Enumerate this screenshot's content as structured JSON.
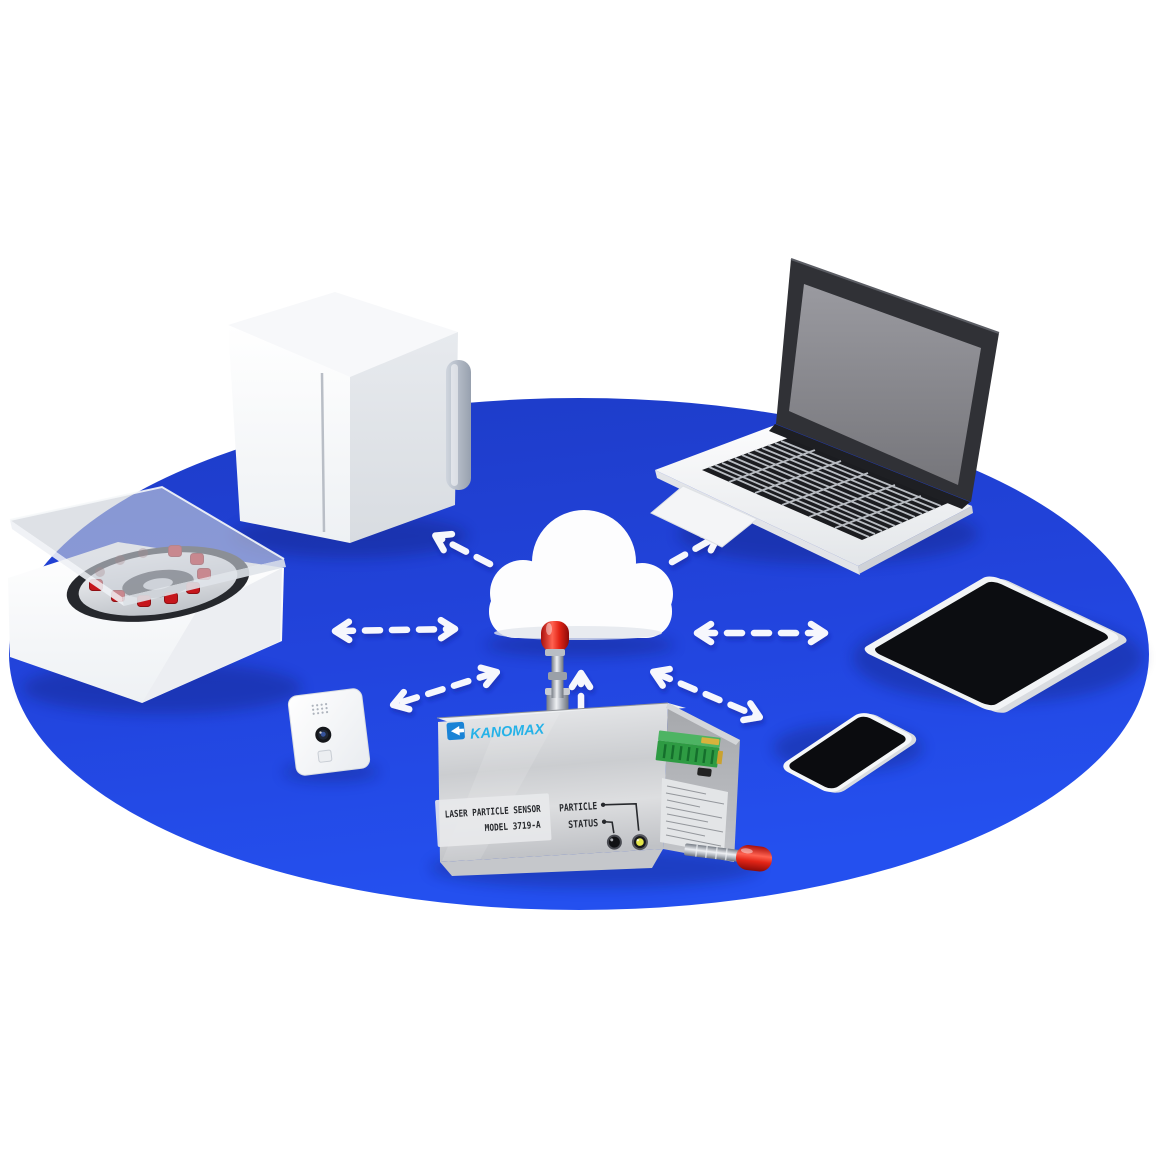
{
  "scene": {
    "background_color": "#ffffff",
    "platform_color_top": "#1d3bc6",
    "platform_color_bottom": "#2450ef"
  },
  "cloud": {
    "icon": "cloud-icon",
    "color": "#ffffff"
  },
  "arrows": {
    "style": "dashed",
    "color": "#ffffff",
    "count": 7
  },
  "devices": {
    "incubator_cube": {
      "icon": "white-cube-appliance"
    },
    "centrifuge": {
      "icon": "centrifuge-open-lid",
      "tube_cap_color": "#c6161c"
    },
    "laptop": {
      "icon": "laptop"
    },
    "tablet": {
      "icon": "tablet"
    },
    "smartphone": {
      "icon": "smartphone"
    },
    "wall_sensor": {
      "icon": "iot-wall-sensor"
    }
  },
  "sensor_unit": {
    "brand": "KANOMAX",
    "brand_color": "#25b2e8",
    "brand_icon_color": "#1a83d6",
    "label_line1": "LASER PARTICLE SENSOR",
    "label_line2": "MODEL 3719-A",
    "indicator1_label": "PARTICLE",
    "indicator2_label": "STATUS",
    "status_led_color": "#e3e549",
    "inlet_cap_color": "#e32517",
    "terminal_block_color": "#2e9b43"
  }
}
